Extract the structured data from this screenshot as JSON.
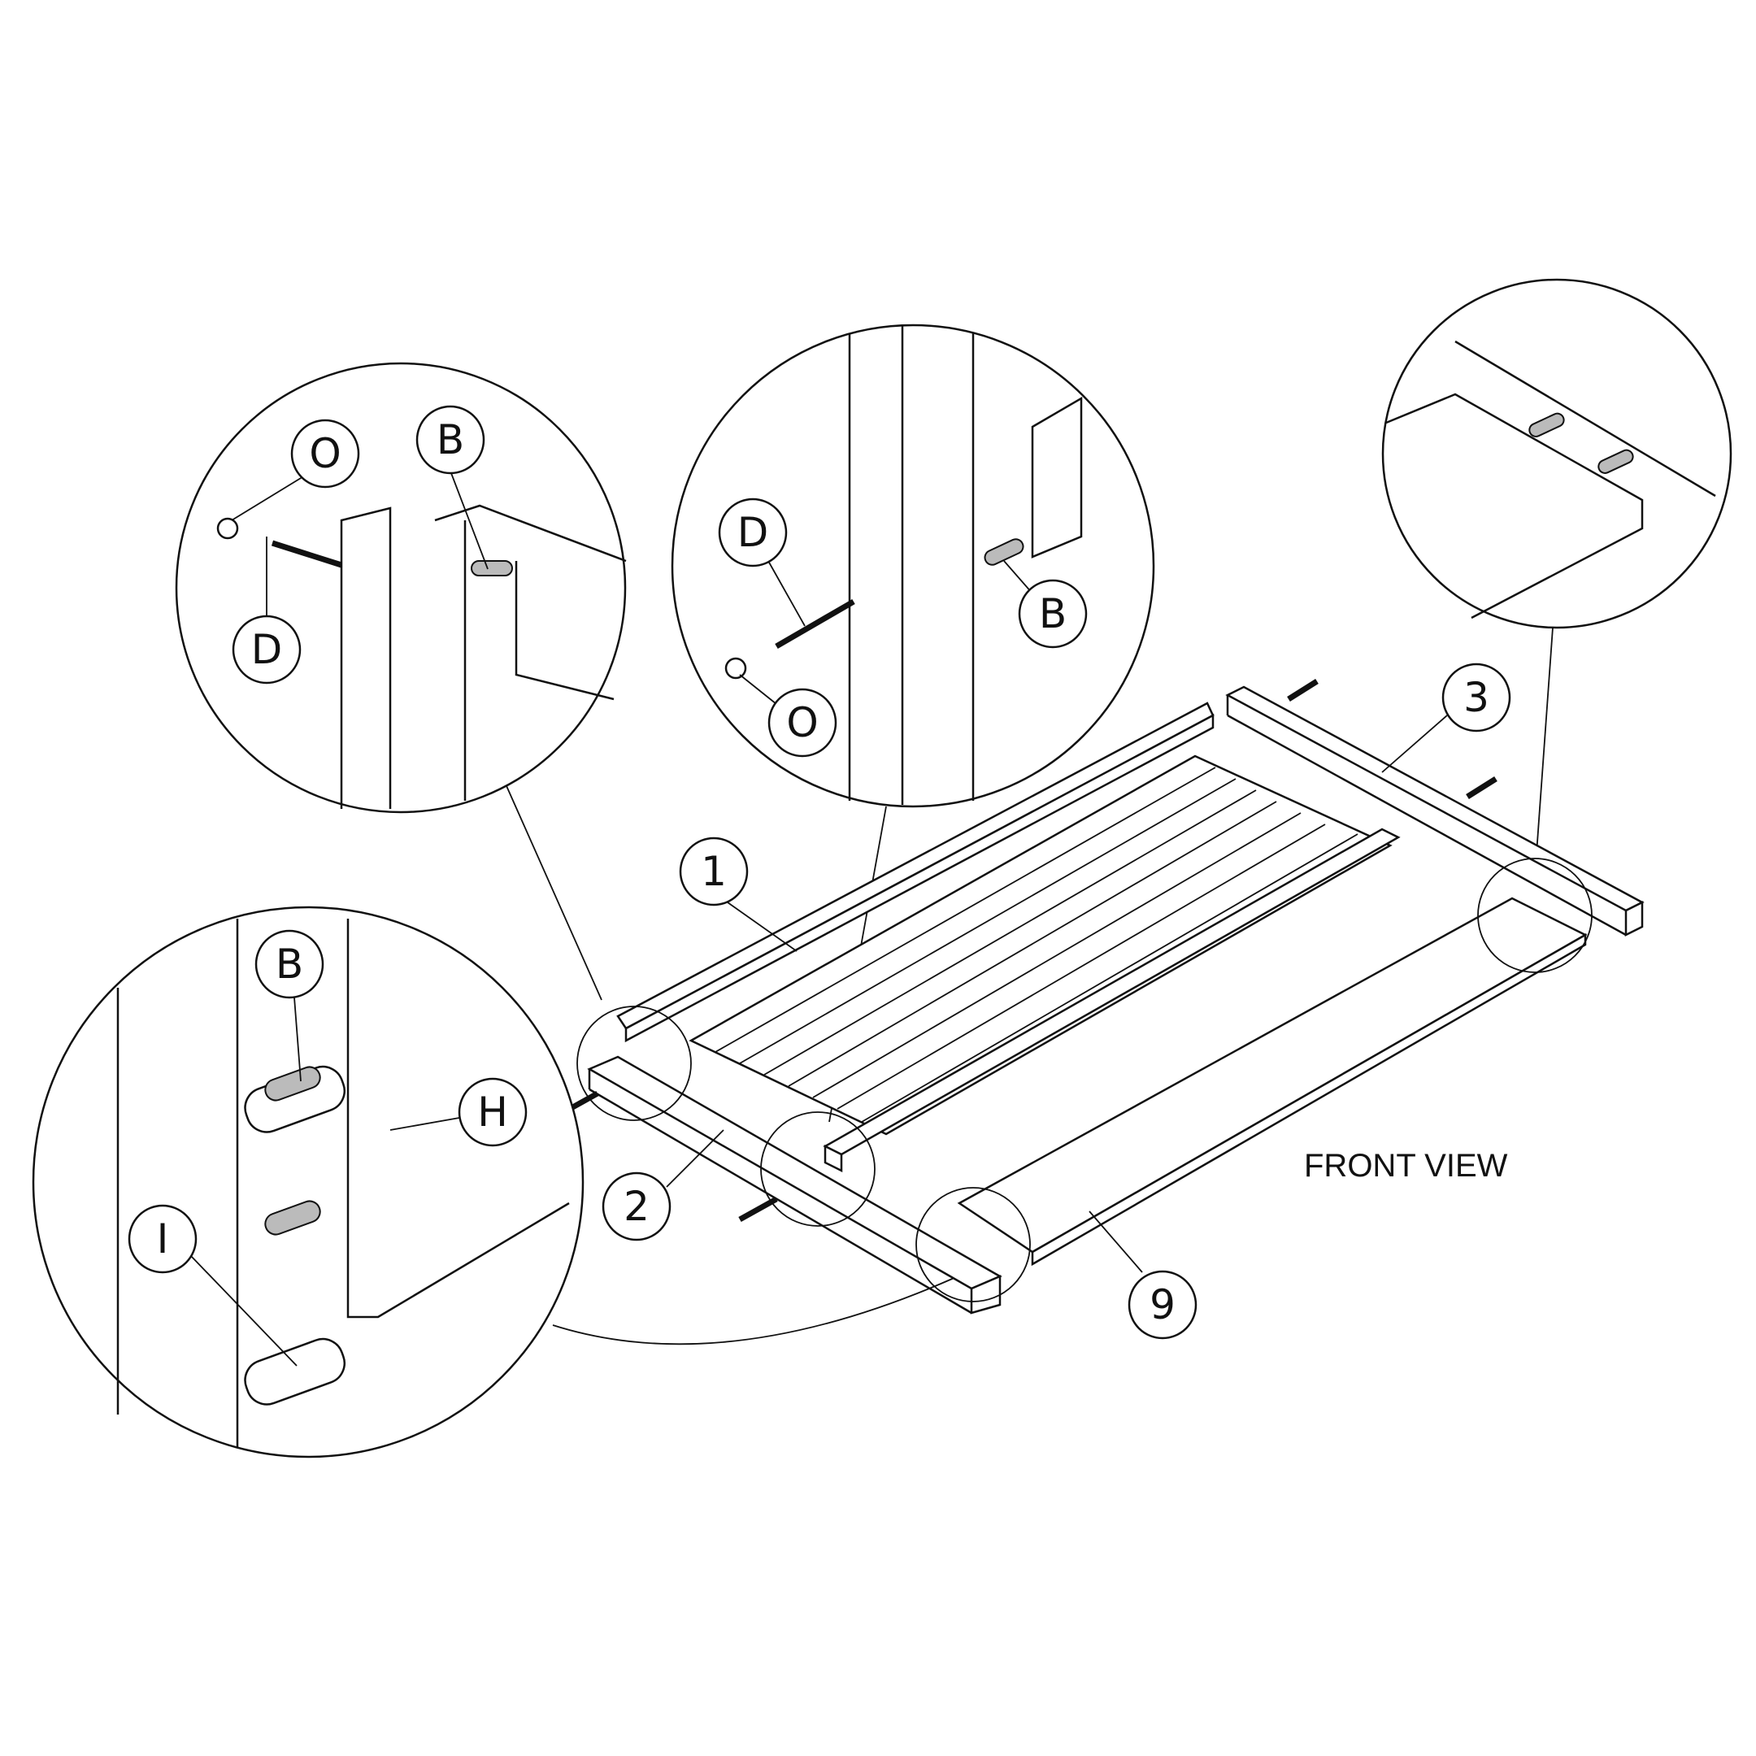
{
  "view_label": "FRONT VIEW",
  "callouts": {
    "detail1_O": "O",
    "detail1_B": "B",
    "detail1_D": "D",
    "detail2_D": "D",
    "detail2_B": "B",
    "detail2_O": "O",
    "detail4_B": "B",
    "detail4_H": "H",
    "detail4_I": "I"
  },
  "parts": {
    "p1": "1",
    "p2": "2",
    "p3": "3",
    "p9": "9"
  }
}
